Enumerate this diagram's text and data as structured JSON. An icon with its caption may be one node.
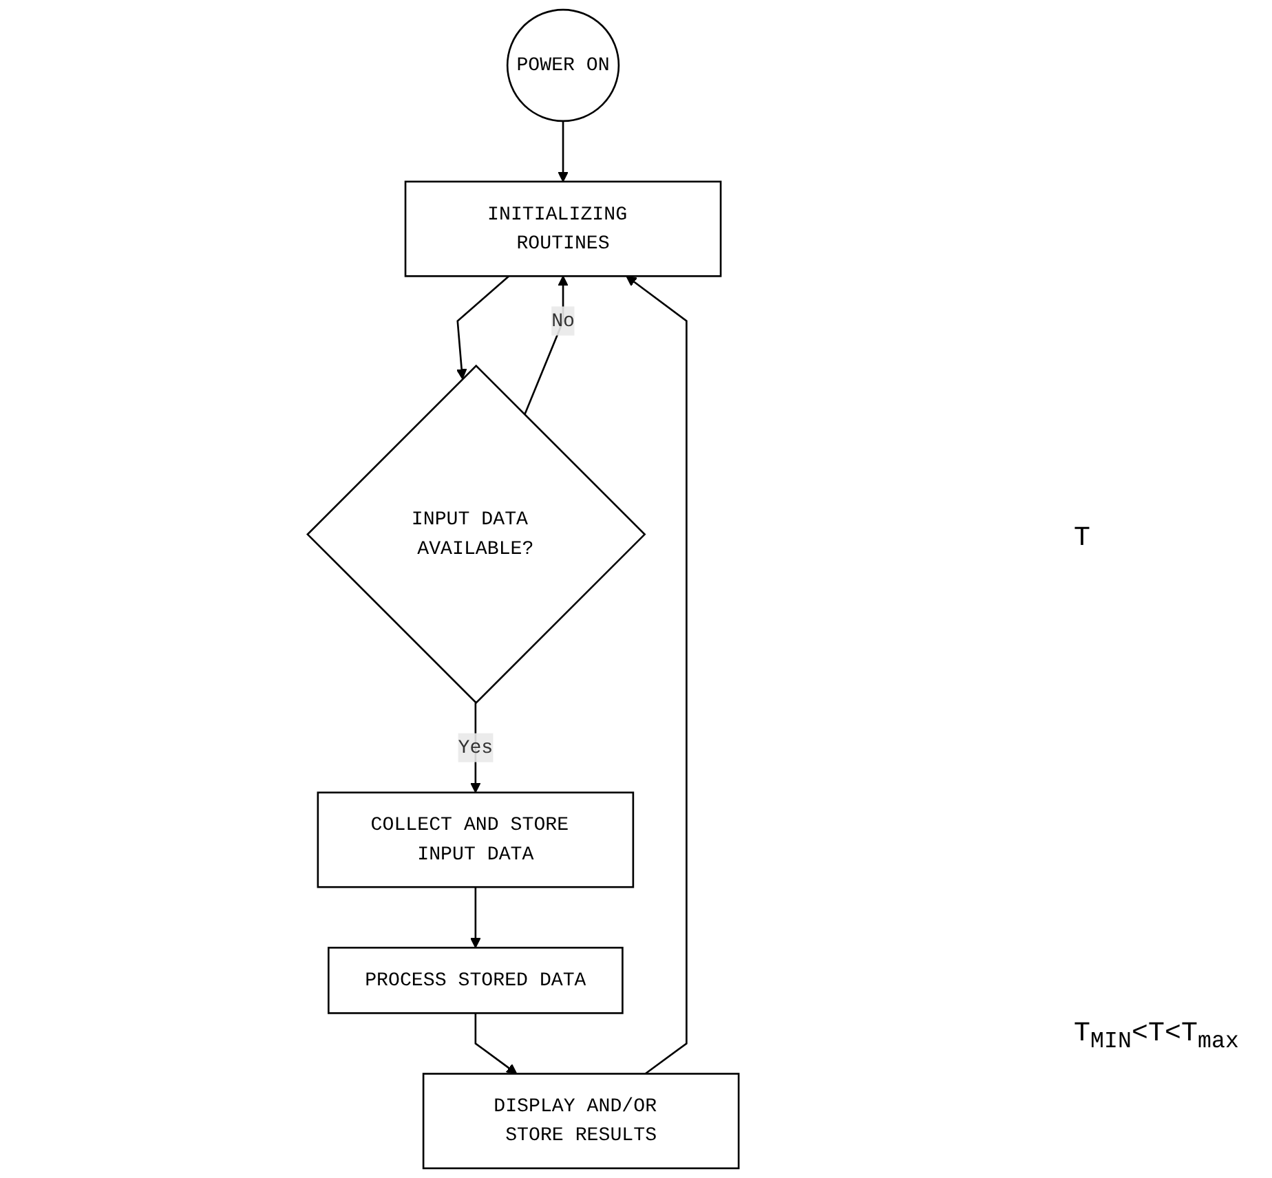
{
  "diagram": {
    "nodes": [
      {
        "text": [
          "POWER ON"
        ]
      },
      {
        "text": [
          "INITIALIZING ROUTINES"
        ]
      },
      {
        "text": [
          "INPUT DATA AVAILABLE?"
        ]
      },
      {
        "text": [
          "COLLECT AND STORE INPUT DATA"
        ]
      },
      {
        "text": [
          "PROCESS STORED DATA"
        ]
      },
      {
        "text": [
          "DISPLAY AND/OR STORE RESULTS"
        ]
      }
    ],
    "edges": [
      {
        "from": 0,
        "to": 1,
        "arrow": "to"
      },
      {
        "from": 1,
        "to": 2,
        "arrow": "to"
      },
      {
        "from": 2,
        "to": 1,
        "arrow": "to",
        "label": "No"
      },
      {
        "from": 2,
        "to": 3,
        "arrow": "to",
        "label": "Yes"
      },
      {
        "from": 3,
        "to": 4,
        "arrow": "to"
      },
      {
        "from": 4,
        "to": 5,
        "arrow": "to"
      },
      {
        "from": 5,
        "to": 1,
        "arrow": "to"
      }
    ],
    "labels": [
      "T",
      "T$_{MIN}$<T<T$_{max}$"
    ]
  }
}
